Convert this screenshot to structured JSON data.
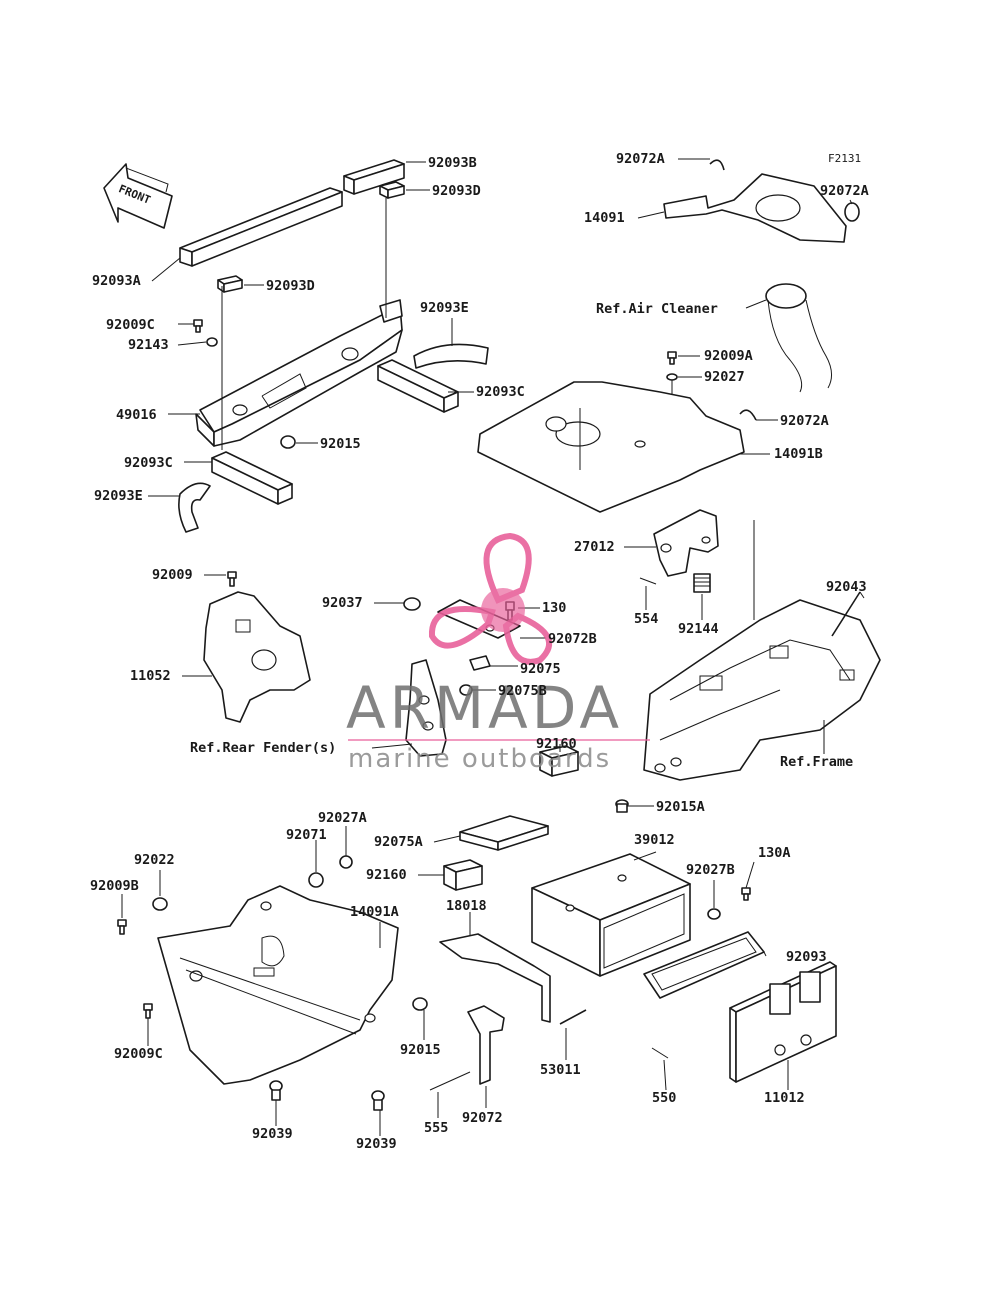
{
  "figure_code": "F2131",
  "front_arrow": "FRONT",
  "watermark": {
    "name": "ARMADA",
    "tagline": "marine outboards",
    "brand_color": "#e8609a"
  },
  "labels": {
    "l_92093b": "92093B",
    "l_92093d_top": "92093D",
    "l_92093a": "92093A",
    "l_92093d_mid": "92093D",
    "l_92009c_top": "92009C",
    "l_92143": "92143",
    "l_92093e_top": "92093E",
    "l_92093c_right": "92093C",
    "l_49016": "49016",
    "l_92015_top": "92015",
    "l_92093c_left": "92093C",
    "l_92093e_bottom": "92093E",
    "l_92072a_top": "92072A",
    "l_92072a_right": "92072A",
    "l_14091": "14091",
    "l_ref_air_cleaner": "Ref.Air Cleaner",
    "l_92009a": "92009A",
    "l_92027": "92027",
    "l_92072a_lower": "92072A",
    "l_14091b": "14091B",
    "l_27012": "27012",
    "l_92043": "92043",
    "l_554": "554",
    "l_92144": "92144",
    "l_ref_frame": "Ref.Frame",
    "l_92009": "92009",
    "l_11052": "11052",
    "l_92037": "92037",
    "l_130": "130",
    "l_92072b": "92072B",
    "l_92075": "92075",
    "l_92075b": "92075B",
    "l_ref_rear_fender": "Ref.Rear Fender(s)",
    "l_92160_top": "92160",
    "l_92015a": "92015A",
    "l_92075a": "92075A",
    "l_92160_mid": "92160",
    "l_39012": "39012",
    "l_130a": "130A",
    "l_92027b": "92027B",
    "l_92027a": "92027A",
    "l_92071": "92071",
    "l_92022": "92022",
    "l_92009b": "92009B",
    "l_14091a": "14091A",
    "l_18018": "18018",
    "l_92093": "92093",
    "l_92009c_bottom": "92009C",
    "l_92015_bottom": "92015",
    "l_53011": "53011",
    "l_550": "550",
    "l_11012": "11012",
    "l_92039_left": "92039",
    "l_92039_right": "92039",
    "l_555": "555",
    "l_92072": "92072"
  }
}
